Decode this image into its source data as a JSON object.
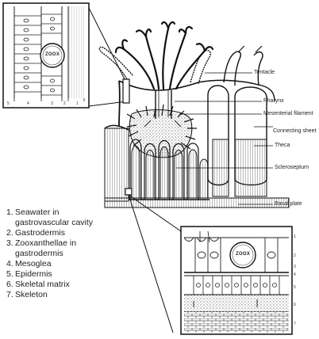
{
  "labels": {
    "tentacle": "Tentacle",
    "pharynx": "Pharynx",
    "mesenterial_filament": "Mesenterial filament",
    "connecting_sheet": "Connecting sheet",
    "theca": "Theca",
    "sclerosepturn": "Sclerosepturn",
    "basal_plate": "Basal plate"
  },
  "inset_top": {
    "zoox_label": "ZOOX",
    "scale_numbers": [
      "5",
      "4",
      "3",
      "2",
      "1"
    ]
  },
  "inset_bottom": {
    "zoox_label": "ZOOX",
    "layer_numbers": [
      "1",
      "2",
      "3",
      "4",
      "5",
      "6",
      "7"
    ]
  },
  "legend": {
    "items": [
      {
        "num": "1.",
        "lines": [
          "Seawater in",
          "gastrovascular cavity"
        ]
      },
      {
        "num": "2.",
        "lines": [
          "Gastrodermis"
        ]
      },
      {
        "num": "3.",
        "lines": [
          "Zooxanthellae in",
          "gastrodermis"
        ]
      },
      {
        "num": "4.",
        "lines": [
          "Mesoglea"
        ]
      },
      {
        "num": "5.",
        "lines": [
          "Epidermis"
        ]
      },
      {
        "num": "6.",
        "lines": [
          "Skeletal matrix"
        ]
      },
      {
        "num": "7.",
        "lines": [
          "Skeleton"
        ]
      }
    ]
  }
}
